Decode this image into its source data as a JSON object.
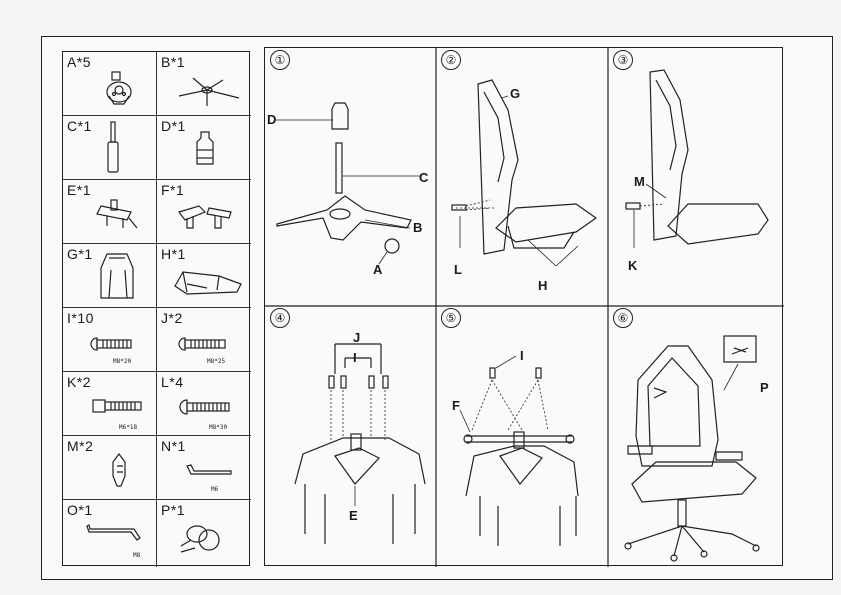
{
  "parts": [
    {
      "label": "A*5",
      "icon": "caster-wheel-icon"
    },
    {
      "label": "B*1",
      "icon": "star-base-icon"
    },
    {
      "label": "C*1",
      "icon": "gas-lift-icon"
    },
    {
      "label": "D*1",
      "icon": "lift-cover-icon"
    },
    {
      "label": "E*1",
      "icon": "tilt-mechanism-icon"
    },
    {
      "label": "F*1",
      "icon": "armrests-icon"
    },
    {
      "label": "G*1",
      "icon": "backrest-icon"
    },
    {
      "label": "H*1",
      "icon": "seat-icon"
    },
    {
      "label": "I*10",
      "icon": "screw-icon",
      "spec": "M8*20"
    },
    {
      "label": "J*2",
      "icon": "screw-icon",
      "spec": "M8*25"
    },
    {
      "label": "K*2",
      "icon": "bolt-icon",
      "spec": "M6*18"
    },
    {
      "label": "L*4",
      "icon": "screw-icon",
      "spec": "M8*30"
    },
    {
      "label": "M*2",
      "icon": "cap-icon"
    },
    {
      "label": "N*1",
      "icon": "hex-key-icon",
      "spec": "M6"
    },
    {
      "label": "O*1",
      "icon": "hex-key-icon",
      "spec": "M8"
    },
    {
      "label": "P*1",
      "icon": "pillow-icon"
    }
  ],
  "steps": [
    {
      "number": "①",
      "callouts": [
        "D",
        "C",
        "B",
        "A"
      ]
    },
    {
      "number": "②",
      "callouts": [
        "G",
        "L",
        "H"
      ]
    },
    {
      "number": "③",
      "callouts": [
        "M",
        "K"
      ]
    },
    {
      "number": "④",
      "callouts": [
        "J",
        "I",
        "E"
      ]
    },
    {
      "number": "⑤",
      "callouts": [
        "I",
        "F"
      ]
    },
    {
      "number": "⑥",
      "callouts": [
        "P"
      ]
    }
  ]
}
